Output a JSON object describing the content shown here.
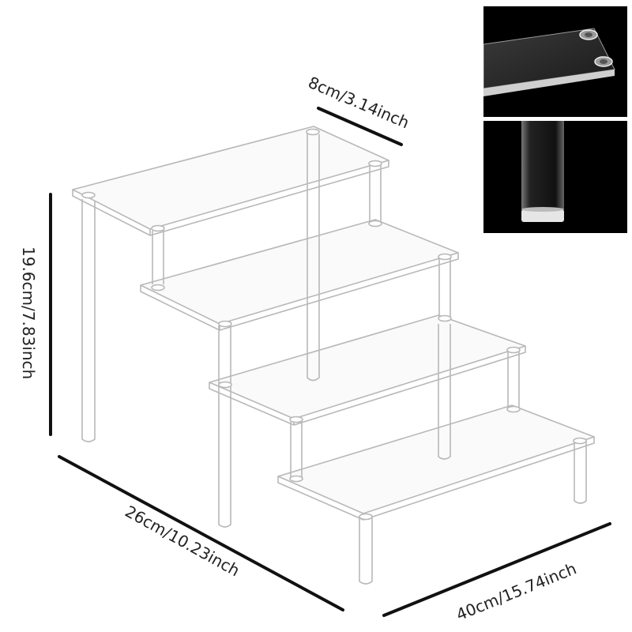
{
  "product": {
    "description_type": "4-tier acrylic riser display stand dimension illustration",
    "dimensions": {
      "depth": "8cm/3.14inch",
      "height": "19.6cm/7.83inch",
      "side": "26cm/10.23inch",
      "width": "40cm/15.74inch"
    },
    "insets": [
      {
        "name": "shelf-corner-detail"
      },
      {
        "name": "leg-foot-detail"
      }
    ]
  },
  "colors": {
    "line": "#b5b5b5",
    "dim_line": "#111111",
    "inset_bg": "#000000"
  }
}
